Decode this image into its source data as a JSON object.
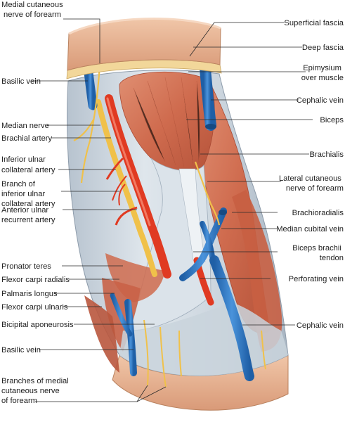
{
  "figure": {
    "labels_left": [
      {
        "id": "medial-cutaneous-nerve-of-forearm",
        "lines": [
          "Medial cutaneous",
          "nerve of forearm"
        ]
      },
      {
        "id": "basilic-vein-upper",
        "lines": [
          "Basilic vein"
        ]
      },
      {
        "id": "median-nerve",
        "lines": [
          "Median nerve"
        ]
      },
      {
        "id": "brachial-artery",
        "lines": [
          "Brachial artery"
        ]
      },
      {
        "id": "inferior-ulnar-collateral-artery",
        "lines": [
          "Inferior ulnar",
          "collateral artery"
        ]
      },
      {
        "id": "branch-of-inferior-ulnar-collateral-artery",
        "lines": [
          "Branch of",
          "inferior ulnar",
          "collateral artery"
        ]
      },
      {
        "id": "anterior-ulnar-recurrent-artery",
        "lines": [
          "Anterior ulnar",
          "recurrent artery"
        ]
      },
      {
        "id": "pronator-teres",
        "lines": [
          "Pronator teres"
        ]
      },
      {
        "id": "flexor-carpi-radialis",
        "lines": [
          "Flexor carpi radialis"
        ]
      },
      {
        "id": "palmaris-longus",
        "lines": [
          "Palmaris longus"
        ]
      },
      {
        "id": "flexor-carpi-ulnaris",
        "lines": [
          "Flexor carpi ulnaris"
        ]
      },
      {
        "id": "bicipital-aponeurosis",
        "lines": [
          "Bicipital aponeurosis"
        ]
      },
      {
        "id": "basilic-vein-lower",
        "lines": [
          "Basilic vein"
        ]
      },
      {
        "id": "branches-of-medial-cutaneous-nerve-of-forearm",
        "lines": [
          "Branches of medial",
          "cutaneous nerve",
          "of forearm"
        ]
      }
    ],
    "labels_right": [
      {
        "id": "superficial-fascia",
        "lines": [
          "Superficial fascia"
        ]
      },
      {
        "id": "deep-fascia",
        "lines": [
          "Deep fascia"
        ]
      },
      {
        "id": "epimysium-over-muscle",
        "lines": [
          "Epimysium",
          "over muscle"
        ]
      },
      {
        "id": "cephalic-vein-upper",
        "lines": [
          "Cephalic vein"
        ]
      },
      {
        "id": "biceps",
        "lines": [
          "Biceps"
        ]
      },
      {
        "id": "brachialis",
        "lines": [
          "Brachialis"
        ]
      },
      {
        "id": "lateral-cutaneous-nerve-of-forearm",
        "lines": [
          "Lateral cutaneous",
          "nerve of forearm"
        ]
      },
      {
        "id": "brachioradialis",
        "lines": [
          "Brachioradialis"
        ]
      },
      {
        "id": "median-cubital-vein",
        "lines": [
          "Median cubital vein"
        ]
      },
      {
        "id": "biceps-brachii-tendon",
        "lines": [
          "Biceps brachii",
          "tendon"
        ]
      },
      {
        "id": "perforating-vein",
        "lines": [
          "Perforating vein"
        ]
      },
      {
        "id": "cephalic-vein-lower",
        "lines": [
          "Cephalic vein"
        ]
      }
    ],
    "colors": {
      "skin": "#e9b99a",
      "skin_dark": "#cf8f6e",
      "fat": "#f2d79a",
      "fascia": "#c9d3dc",
      "fascia_shadow": "#9fadbb",
      "muscle": "#cf6b4e",
      "muscle_dark": "#a94a34",
      "artery": "#e03a22",
      "vein": "#2f78c4",
      "nerve": "#f0c14a"
    }
  }
}
